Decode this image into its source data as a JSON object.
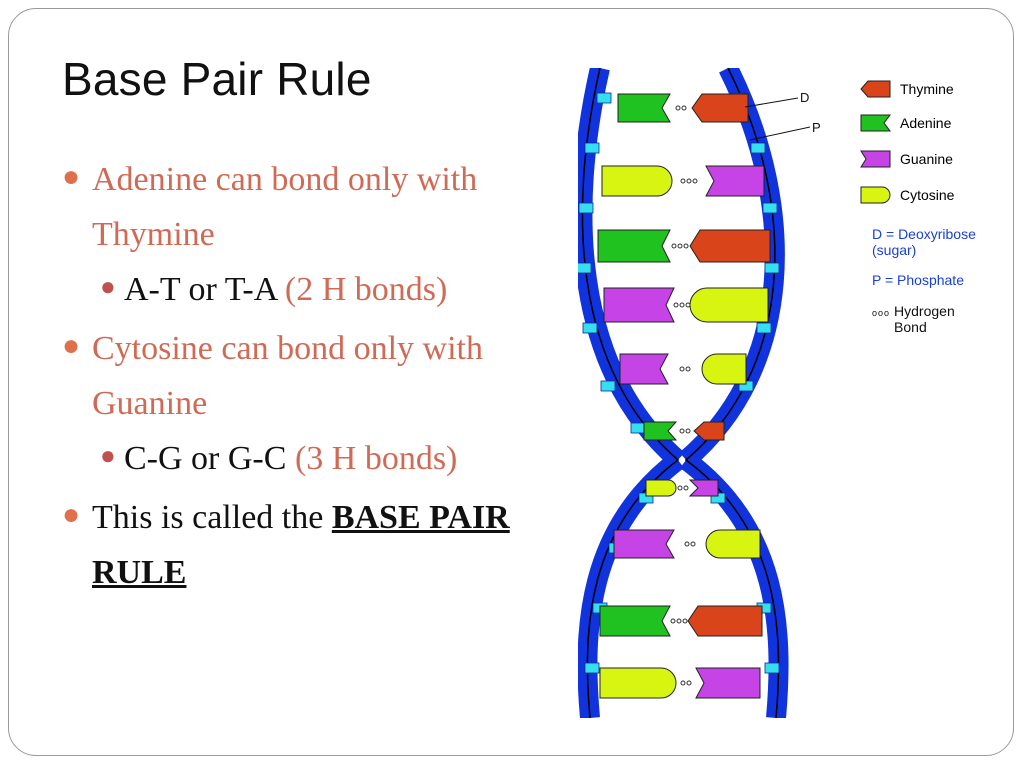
{
  "title": "Base Pair Rule",
  "bullets": {
    "b1_text": "Adenine can bond only with Thymine",
    "b1_sub": "A-T or T-A",
    "b1_sub_paren": "(2 H bonds)",
    "b2_text": "Cytosine can bond only with Guanine",
    "b2_sub": "C-G or G-C",
    "b2_sub_paren": "(3 H bonds)",
    "b3_pre": "This is called the",
    "b3_strong": "BASE PAIR RULE"
  },
  "diagram": {
    "label_d": "D",
    "label_p": "P"
  },
  "legend": {
    "thymine": "Thymine",
    "adenine": "Adenine",
    "guanine": "Guanine",
    "cytosine": "Cytosine",
    "deoxyribose": "D = Deoxyribose (sugar)",
    "phosphate": "P = Phosphate",
    "hbond_dots": "ooo",
    "hbond": "Hydrogen Bond"
  },
  "colors": {
    "thymine": "#d9441a",
    "adenine": "#1fc21f",
    "guanine": "#c643e6",
    "cytosine": "#d8f511",
    "backbone": "#1133dd",
    "sugar": "#34e0f0",
    "bullet": "#e07049",
    "accent_text": "#d06a55",
    "note": "#1a3fd6"
  }
}
